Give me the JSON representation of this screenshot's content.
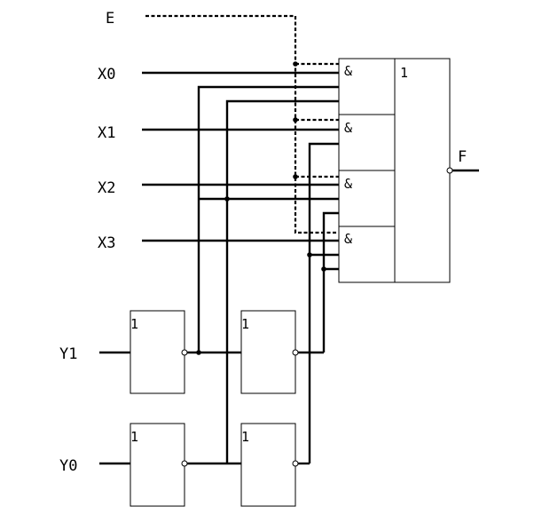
{
  "inputs": {
    "enable": "E",
    "data": [
      "X0",
      "X1",
      "X2",
      "X3"
    ],
    "select": [
      "Y1",
      "Y0"
    ]
  },
  "output": "F",
  "gate_symbols": {
    "and": "&",
    "or": "1",
    "not": "1"
  }
}
